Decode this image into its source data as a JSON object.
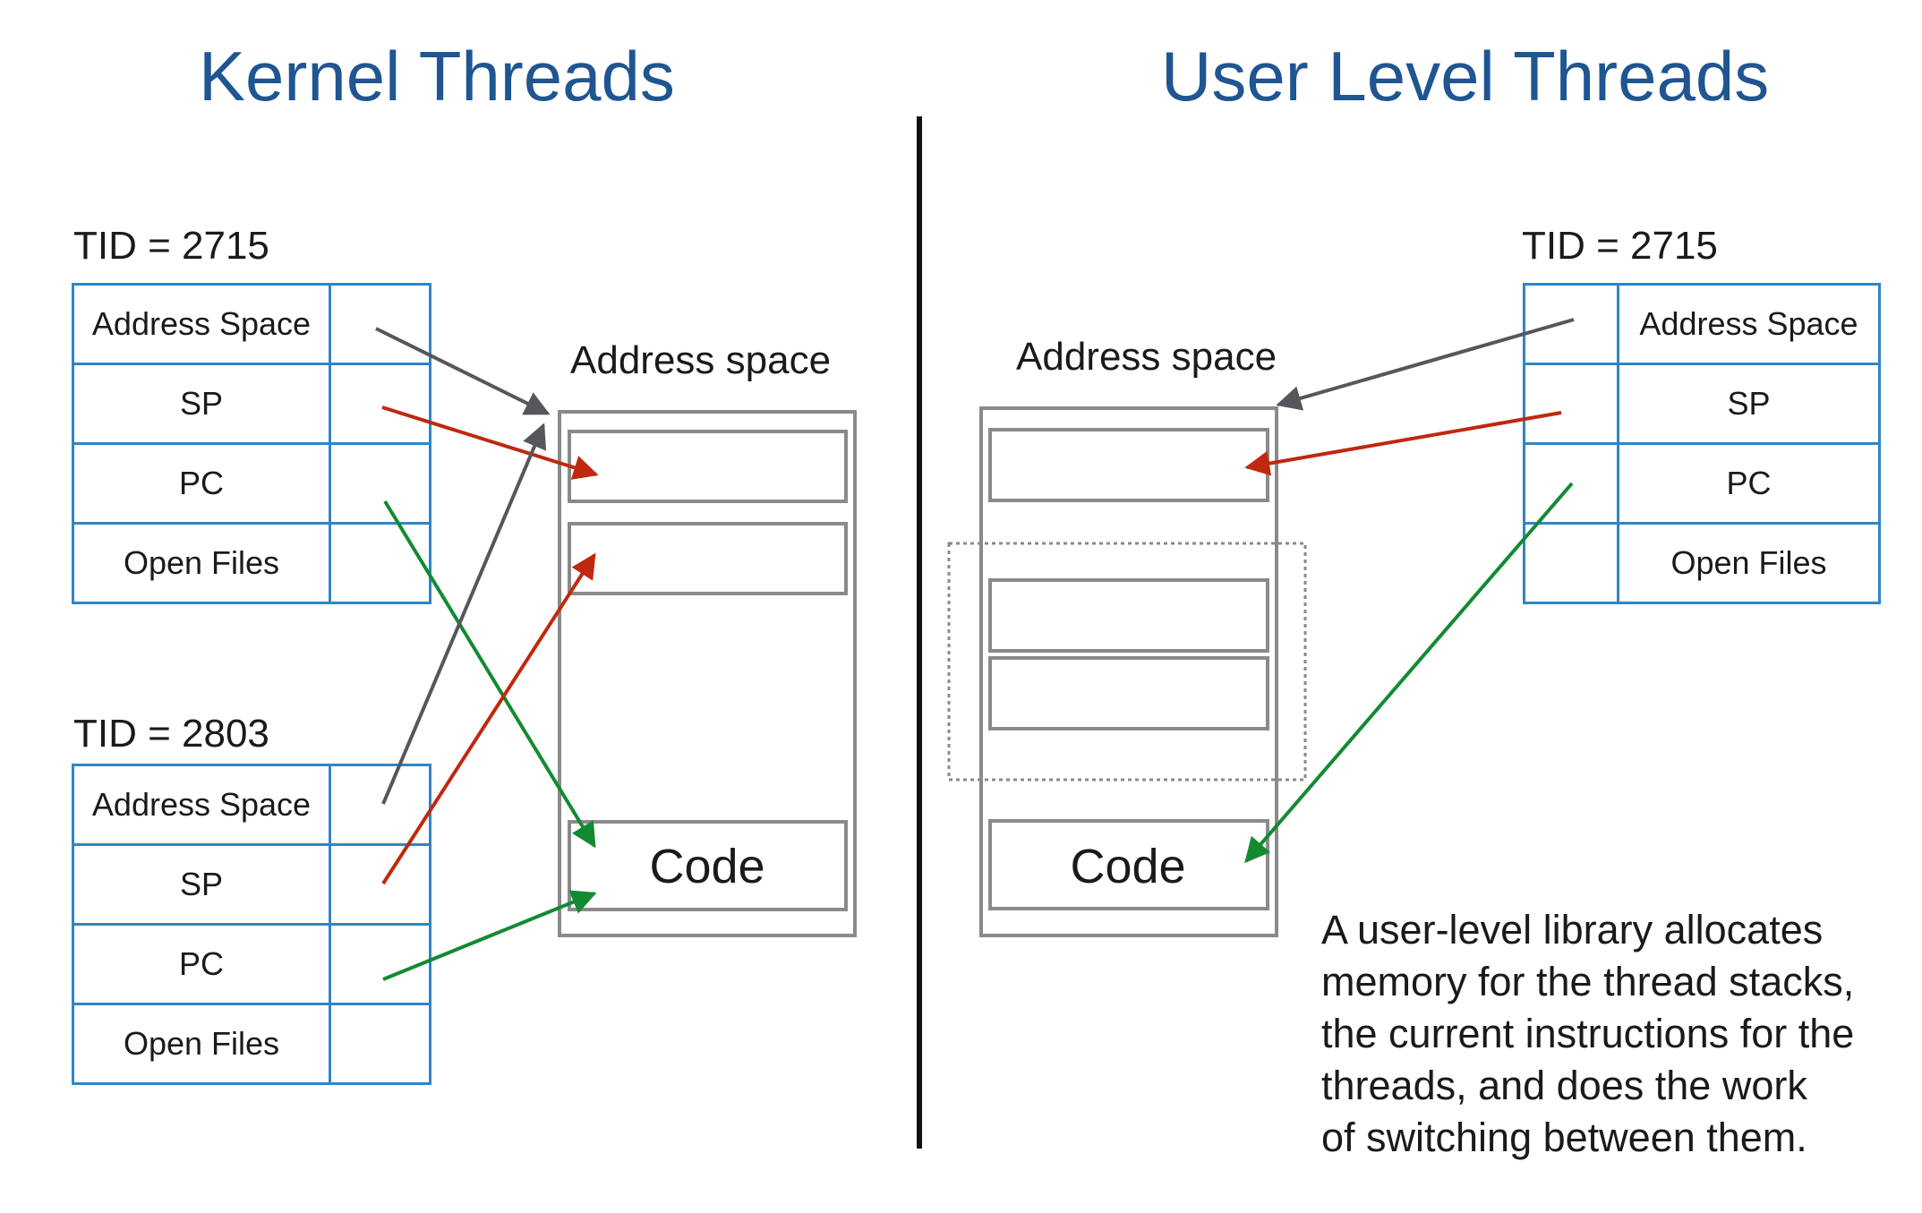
{
  "kernel": {
    "title": "Kernel Threads",
    "threads": [
      {
        "tid_label": "TID = 2715",
        "fields": [
          "Address Space",
          "SP",
          "PC",
          "Open Files"
        ]
      },
      {
        "tid_label": "TID = 2803",
        "fields": [
          "Address Space",
          "SP",
          "PC",
          "Open Files"
        ]
      }
    ],
    "address_space_label": "Address space",
    "code_label": "Code"
  },
  "user": {
    "title": "User Level Threads",
    "thread": {
      "tid_label": "TID = 2715",
      "fields": [
        "Address Space",
        "SP",
        "PC",
        "Open Files"
      ]
    },
    "address_space_label": "Address space",
    "code_label": "Code",
    "description_lines": [
      "A user-level library allocates",
      "memory for the thread stacks,",
      "the current instructions for the",
      "threads, and does the work",
      "of switching between them."
    ]
  },
  "colors": {
    "title": "#1f5591",
    "table_border": "#2f86c4",
    "memory_border": "#8a8a8a",
    "address_arrow": "#55575c",
    "sp_arrow": "#c0280f",
    "pc_arrow": "#138a32",
    "divider": "#111111"
  }
}
